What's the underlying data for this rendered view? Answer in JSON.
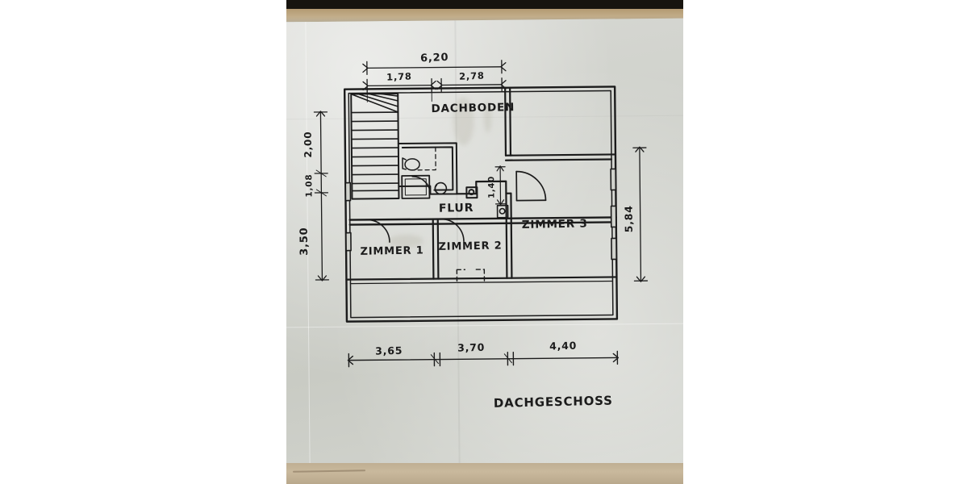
{
  "document": {
    "kind": "hand-drawn architectural floor plan photograph",
    "title": "DACHGESCHOSS",
    "language": "de"
  },
  "rooms": [
    {
      "id": "dachboden",
      "label": "DACHBODEN"
    },
    {
      "id": "flur",
      "label": "FLUR"
    },
    {
      "id": "zimmer1",
      "label": "ZIMMER 1"
    },
    {
      "id": "zimmer2",
      "label": "ZIMMER 2"
    },
    {
      "id": "zimmer3",
      "label": "ZIMMER 3"
    }
  ],
  "dimensions": {
    "top": {
      "overall": "6,20",
      "segments": [
        "1,78",
        "2,78"
      ]
    },
    "left": {
      "segments": [
        "2,00",
        "1,08",
        "3,50"
      ]
    },
    "right": {
      "overall": "5,84"
    },
    "bottom": {
      "segments": [
        "3,65",
        "3,70",
        "4,40"
      ]
    },
    "interior": {
      "door_opening": "1,40"
    }
  },
  "colors": {
    "ink": "#1b1b1b",
    "paper": "#d0d2cc",
    "wood": "#c2ad8a",
    "letterbox": "#ffffff",
    "top_strip": "#17140f"
  }
}
